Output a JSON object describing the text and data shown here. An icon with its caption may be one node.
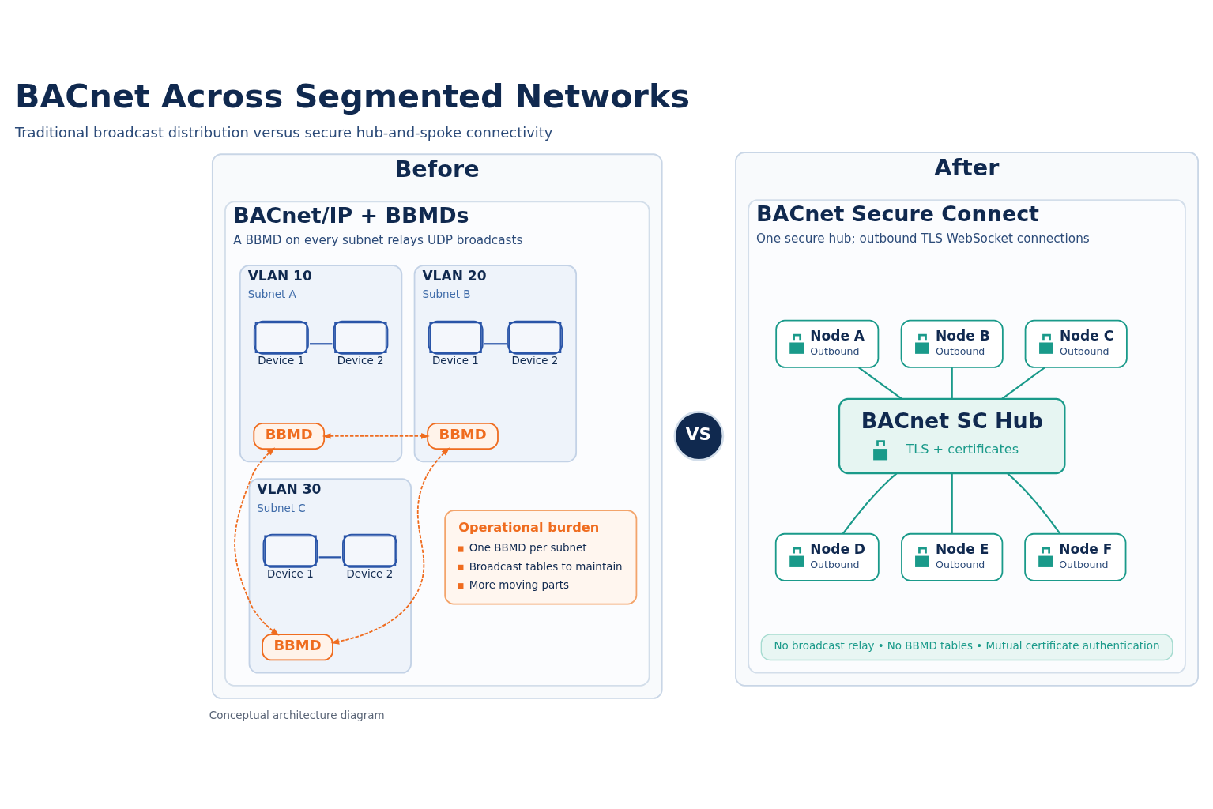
{
  "diagram": {
    "title": "BACnet Across Segmented Networks",
    "caption": "Conceptual architecture diagram",
    "nodes": [
      {
        "text": [
          "Before"
        ]
      },
      {
        "text": [
          "BACnet/IP + BBMDs",
          "A BBMD on every subnet relays UDP broadcasts"
        ],
        "in": 0
      },
      {
        "text": [
          "VLAN 10",
          "Subnet A"
        ],
        "in": 1
      },
      {
        "text": [
          "Device 1"
        ],
        "in": 2
      },
      {
        "text": [
          "Device 2"
        ],
        "in": 2
      },
      {
        "text": [
          "BBMD"
        ],
        "in": 2
      },
      {
        "text": [
          "VLAN 20",
          "Subnet B"
        ],
        "in": 1
      },
      {
        "text": [
          "Device 1"
        ],
        "in": 6
      },
      {
        "text": [
          "Device 2"
        ],
        "in": 6
      },
      {
        "text": [
          "BBMD"
        ],
        "in": 6
      },
      {
        "text": [
          "VLAN 30",
          "Subnet C"
        ],
        "in": 1
      },
      {
        "text": [
          "Device 1"
        ],
        "in": 10
      },
      {
        "text": [
          "Device 2"
        ],
        "in": 10
      },
      {
        "text": [
          "BBMD"
        ],
        "in": 10
      },
      {
        "text": [
          "Operational burden",
          "One BBMD per subnet",
          "Broadcast tables to maintain",
          "More moving parts"
        ],
        "in": 1
      },
      {
        "text": [
          "VS"
        ]
      },
      {
        "text": [
          "After"
        ]
      },
      {
        "text": [
          "BACnet Secure Connect",
          "One secure hub; outbound TLS WebSocket connections"
        ],
        "in": 16
      },
      {
        "text": [
          "Node A",
          "Outbound"
        ],
        "in": 17
      },
      {
        "text": [
          "Node B",
          "Outbound"
        ],
        "in": 17
      },
      {
        "text": [
          "Node C",
          "Outbound"
        ],
        "in": 17
      },
      {
        "text": [
          "BACnet SC Hub",
          "TLS + certificates"
        ],
        "in": 17
      },
      {
        "text": [
          "Node D",
          "Outbound"
        ],
        "in": 17
      },
      {
        "text": [
          "Node E",
          "Outbound"
        ],
        "in": 17
      },
      {
        "text": [
          "Node F",
          "Outbound"
        ],
        "in": 17
      },
      {
        "text": [
          "No broadcast relay • No BBMD tables • Mutual certificate authentication"
        ],
        "in": 17
      }
    ],
    "edges": [
      {
        "from": 3,
        "to": 4,
        "arrow": "none",
        "color": "#2a55a8"
      },
      {
        "from": 7,
        "to": 8,
        "arrow": "none",
        "color": "#2a55a8"
      },
      {
        "from": 11,
        "to": 12,
        "arrow": "none",
        "color": "#2a55a8"
      },
      {
        "from": 5,
        "to": 9,
        "arrow": "both",
        "style": "dashed",
        "color": "#ef6c1f"
      },
      {
        "from": 5,
        "to": 13,
        "arrow": "both",
        "style": "dashed",
        "color": "#ef6c1f"
      },
      {
        "from": 9,
        "to": 13,
        "arrow": "both",
        "style": "dashed",
        "color": "#ef6c1f"
      },
      {
        "from": 18,
        "to": 21,
        "arrow": "none"
      },
      {
        "from": 19,
        "to": 21,
        "arrow": "none"
      },
      {
        "from": 20,
        "to": 21,
        "arrow": "none"
      },
      {
        "from": 21,
        "to": 22,
        "arrow": "none"
      },
      {
        "from": 21,
        "to": 23,
        "arrow": "none"
      },
      {
        "from": 21,
        "to": 24,
        "arrow": "none"
      }
    ],
    "labels": [
      "Traditional broadcast distribution versus secure hub-and-spoke connectivity"
    ]
  }
}
